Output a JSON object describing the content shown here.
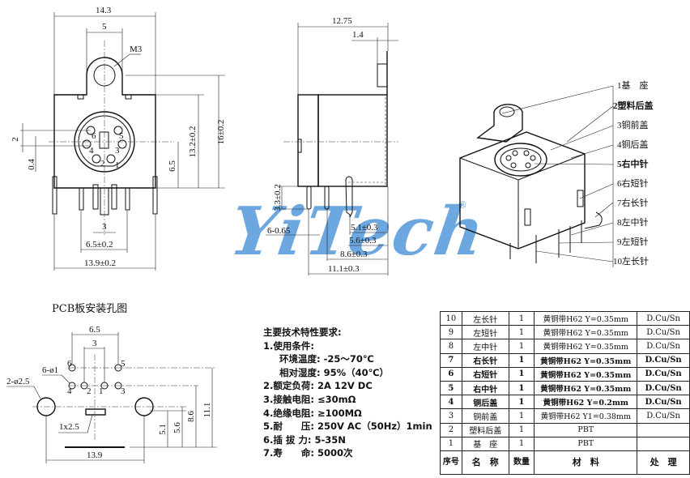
{
  "front_view": {
    "dim_width": "14.3",
    "dim_tab": "5",
    "thread": "M3",
    "dim_pin_offset": "2",
    "dim_offset": "0.4",
    "dim_center_height": "6.5",
    "dim_body_height": "13.2±0.2",
    "dim_total_height": "16±0.2",
    "dim_pin_3": "3",
    "dim_pin_65": "6.5±0.2",
    "dim_base": "13.9±0.2",
    "pin_numbers": [
      "1",
      "2",
      "3",
      "4",
      "5",
      "6"
    ]
  },
  "side_view": {
    "dim_depth": "12.75",
    "dim_tab": "1.4",
    "dim_pin_len": "3.3±0.2",
    "dim_pin_dia": "6-0.65",
    "dim_51": "5.1±0.3",
    "dim_56": "5.6±0.3",
    "dim_86": "8.6±0.3",
    "dim_111": "11.1±0.3"
  },
  "watermark": {
    "text": "YiTech",
    "reg": "®"
  },
  "parts_legend": [
    "1基　座",
    "2塑料后盖",
    "3铜前盖",
    "4铜后盖",
    "5右中针",
    "6右短针",
    "7右长针",
    "8左中针",
    "9左短针",
    "10左长针"
  ],
  "pcb": {
    "title": "PCB板安装孔图",
    "dim_65": "6.5",
    "dim_3": "3",
    "holes_small": "6-ø1",
    "holes_big": "2-ø2.5",
    "slot": "1x2.5",
    "dim_51": "5.1",
    "dim_56": "5.6",
    "dim_86": "8.6",
    "dim_111": "11.1",
    "dim_139": "13.9",
    "pin_numbers": [
      "6",
      "5",
      "4",
      "2",
      "1",
      "3"
    ]
  },
  "specs": {
    "title": "主要技术特性要求:",
    "lines": [
      "1.使用条件:",
      "环境温度: -25～70℃",
      "相对湿度: 95%（40℃）",
      "2.额定负荷: 2A 12V DC",
      "3.接触电阻: ≤30mΩ",
      "4.绝缘电阻: ≥100MΩ",
      "5.耐　　压: 250V AC（50Hz）1min",
      "6.插 拔 力: 5-35N",
      "7.寿　　命: 5000次"
    ]
  },
  "bom": {
    "header": [
      "序号",
      "名　称",
      "数量",
      "材　料",
      "处　理"
    ],
    "rows": [
      {
        "no": "10",
        "name": "左长针",
        "qty": "1",
        "material": "黄铜带H62 Y=0.35mm",
        "finish": "D.Cu/Sn"
      },
      {
        "no": "9",
        "name": "左短针",
        "qty": "1",
        "material": "黄铜带H62 Y=0.35mm",
        "finish": "D.Cu/Sn"
      },
      {
        "no": "8",
        "name": "左中针",
        "qty": "1",
        "material": "黄铜带H62 Y=0.35mm",
        "finish": "D.Cu/Sn"
      },
      {
        "no": "7",
        "name": "右长针",
        "qty": "1",
        "material": "黄铜带H62 Y=0.35mm",
        "finish": "D.Cu/Sn"
      },
      {
        "no": "6",
        "name": "右短针",
        "qty": "1",
        "material": "黄铜带H62 Y=0.35mm",
        "finish": "D.Cu/Sn"
      },
      {
        "no": "5",
        "name": "右中针",
        "qty": "1",
        "material": "黄铜带H62 Y=0.35mm",
        "finish": "D.Cu/Sn"
      },
      {
        "no": "4",
        "name": "铜后盖",
        "qty": "1",
        "material": "黄铜带H62 Y=0.2mm",
        "finish": "D.Cu/Sn"
      },
      {
        "no": "3",
        "name": "铜前盖",
        "qty": "1",
        "material": "黄铜带H62 Y1=0.38mm",
        "finish": "D.Cu/Sn"
      },
      {
        "no": "2",
        "name": "塑料后盖",
        "qty": "1",
        "material": "PBT",
        "finish": ""
      },
      {
        "no": "1",
        "name": "基　座",
        "qty": "1",
        "material": "PBT",
        "finish": ""
      }
    ]
  }
}
